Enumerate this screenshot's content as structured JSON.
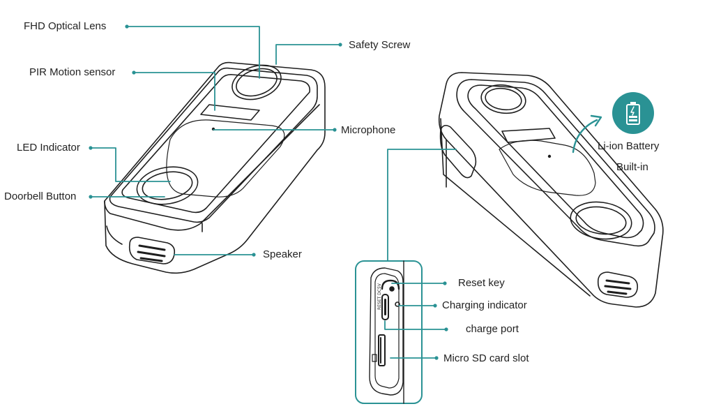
{
  "accent_color": "#2a9294",
  "line_color": "#1e1e1e",
  "labels": {
    "fhd_lens": "FHD Optical Lens",
    "pir_sensor": "PIR Motion sensor",
    "led_indicator": "LED Indicator",
    "doorbell_button": "Doorbell Button",
    "safety_screw": "Safety Screw",
    "microphone": "Microphone",
    "speaker": "Speaker",
    "battery_line1": "Li-ion Battery",
    "battery_line2": "Built-in",
    "reset_key": "Reset key",
    "charging_indicator": "Charging indicator",
    "charge_port": "charge port",
    "sd_slot": "Micro SD card slot"
  },
  "icons": {
    "battery": "battery-charging-icon",
    "rotate_arrow": "curved-arrow-icon"
  }
}
